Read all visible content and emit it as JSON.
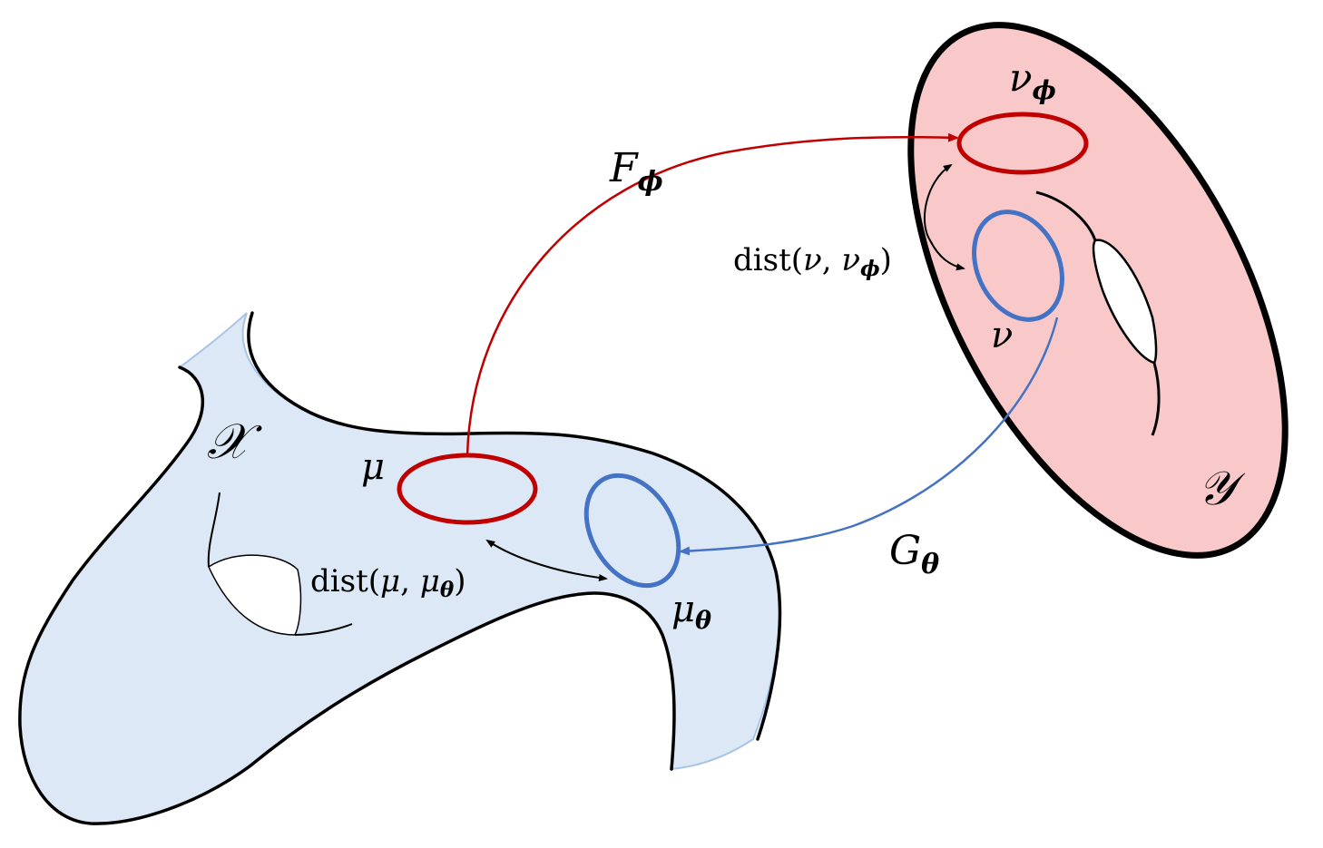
{
  "labels": {
    "domain_x": "𝒳",
    "domain_y": "𝒴",
    "mu": "μ",
    "mu_theta_base": "μ",
    "mu_theta_sub": "θ",
    "nu": "ν",
    "nu_phi_base": "ν",
    "nu_phi_sub": "ϕ",
    "f_base": "F",
    "f_sub": "ϕ",
    "g_base": "G",
    "g_sub": "θ",
    "dist_x_prefix": "dist(",
    "dist_x_a": "μ",
    "dist_x_comma": ", ",
    "dist_x_b": "μ",
    "dist_x_b_sub": "θ",
    "dist_x_close": ")",
    "dist_y_prefix": "dist(",
    "dist_y_a": "ν",
    "dist_y_comma": ", ",
    "dist_y_b": "ν",
    "dist_y_b_sub": "ϕ",
    "dist_y_close": ")"
  },
  "colors": {
    "manifold_x_fill": "#dce8f5",
    "manifold_y_fill": "#f9c9c9",
    "outline": "#000000",
    "red": "#c00000",
    "blue": "#4472c4"
  }
}
